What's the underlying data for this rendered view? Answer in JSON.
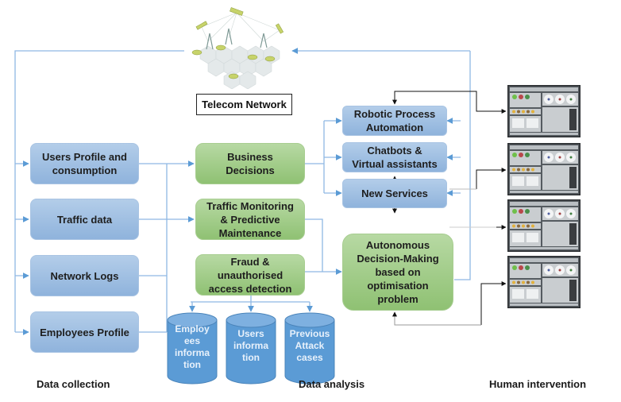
{
  "diagram": {
    "title_box": "Telecom Network",
    "sections": {
      "collection": "Data collection",
      "analysis": "Data analysis",
      "human": "Human intervention"
    },
    "sources": [
      {
        "label": "Users Profile and\nconsumption"
      },
      {
        "label": "Traffic data"
      },
      {
        "label": "Network Logs"
      },
      {
        "label": "Employees Profile"
      }
    ],
    "analysis_blocks": [
      {
        "label": "Business\nDecisions"
      },
      {
        "label": "Traffic Monitoring\n& Predictive\nMaintenance"
      },
      {
        "label": "Fraud &\nunauthorised\naccess detection"
      }
    ],
    "databases": [
      {
        "label": "Employ\nees\ninforma\ntion"
      },
      {
        "label": "Users\ninforma\ntion"
      },
      {
        "label": "Previous\nAttack\ncases"
      }
    ],
    "services": [
      {
        "label": "Robotic Process\nAutomation"
      },
      {
        "label": "Chatbots &\nVirtual assistants"
      },
      {
        "label": "New Services"
      }
    ],
    "autonomous": {
      "label": "Autonomous\nDecision-Making\nbased on\noptimisation\nproblem"
    },
    "control_panels_count": 4,
    "colors": {
      "blue_box": "#9dbde2",
      "green_box": "#a3cd8a",
      "connector_blue": "#5b9bd5",
      "connector_dark": "#222222",
      "database": "#5b9bd5"
    }
  }
}
